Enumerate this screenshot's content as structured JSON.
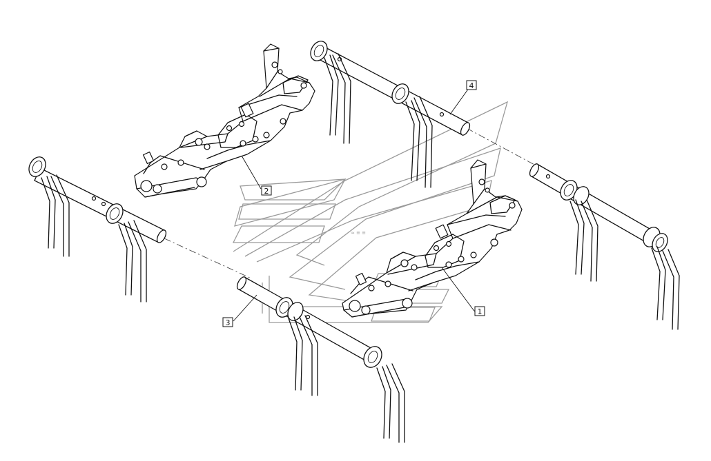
{
  "callouts": [
    {
      "id": "1",
      "label": "1"
    },
    {
      "id": "2",
      "label": "2"
    },
    {
      "id": "3",
      "label": "3"
    },
    {
      "id": "4",
      "label": "4"
    }
  ],
  "colors": {
    "line": "#111111",
    "watermark": "#9a9a9a",
    "background": "#ffffff"
  }
}
